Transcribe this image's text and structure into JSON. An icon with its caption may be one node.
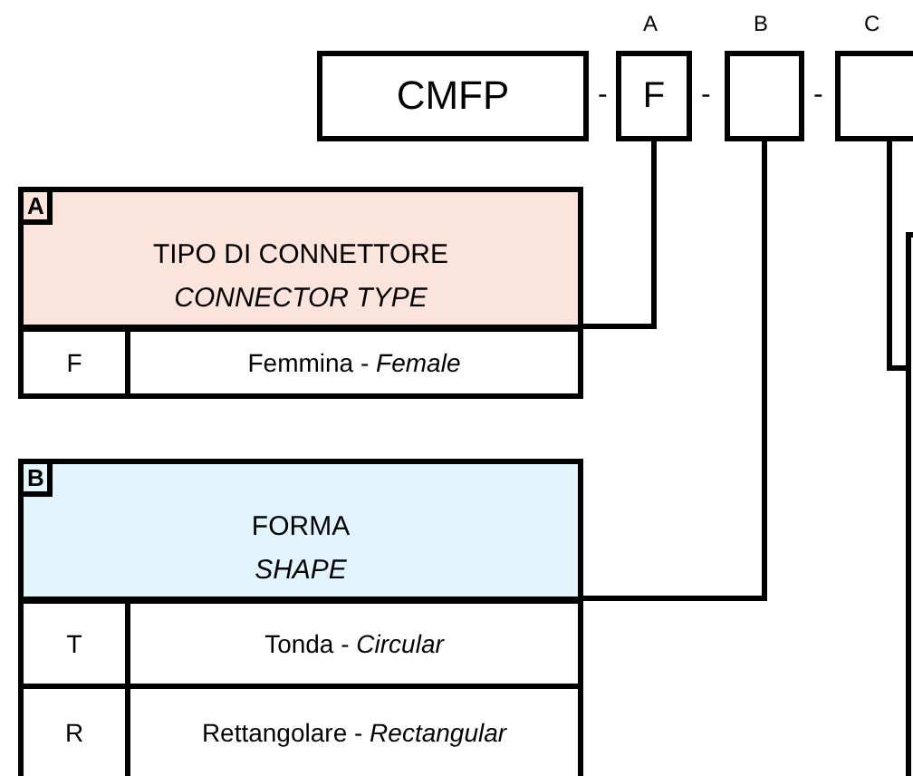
{
  "diagram": {
    "nodes": [
      {
        "text": [
          "CMFP"
        ]
      },
      {
        "text": [
          "F"
        ],
        "beside": [
          "A"
        ]
      },
      {
        "text": [],
        "shape": "box",
        "beside": [
          "B"
        ]
      },
      {
        "text": [],
        "shape": "box",
        "beside": [
          "C"
        ]
      },
      {
        "text": [
          "A",
          "TIPO DI CONNETTORE",
          "CONNECTOR TYPE"
        ]
      },
      {
        "text": [
          "B",
          "FORMA",
          "SHAPE"
        ]
      },
      {
        "text": [],
        "shape": "box"
      }
    ],
    "edges": [
      {
        "from": 1,
        "to": 4,
        "arrow": "none"
      },
      {
        "from": 2,
        "to": 5,
        "arrow": "none"
      },
      {
        "from": 3,
        "to": 6,
        "arrow": "none"
      }
    ],
    "labels": [
      "-",
      "-",
      "-",
      "F",
      "Femmina - *Female*",
      "T",
      "Tonda - *Circular*",
      "R",
      "Rettangolare - *Rectangular*"
    ]
  }
}
